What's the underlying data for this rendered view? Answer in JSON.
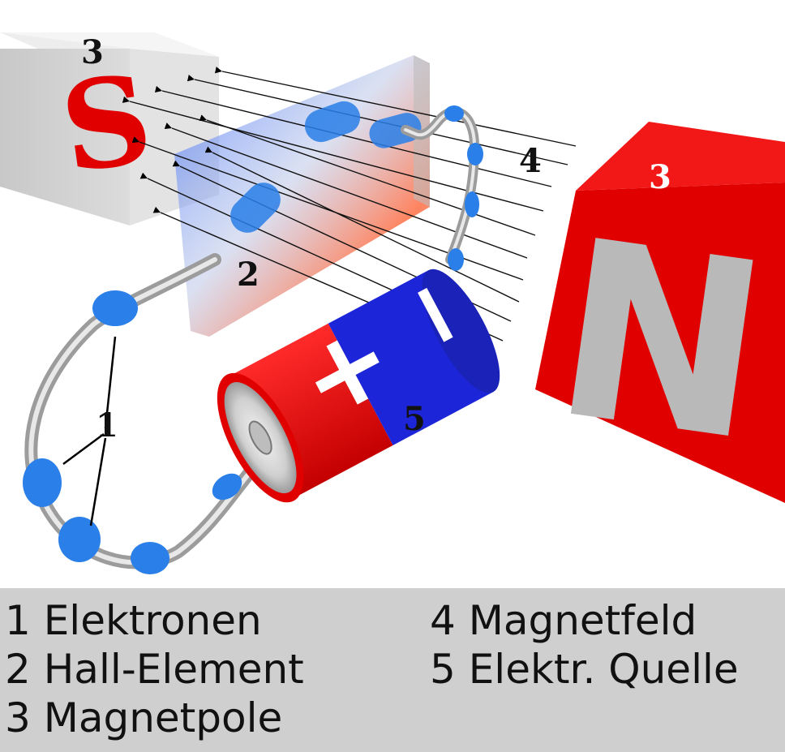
{
  "diagram": {
    "pole_s_letter": "S",
    "pole_n_letter": "N",
    "battery_plus": "+",
    "battery_minus": "−",
    "labels": {
      "electrons": "1",
      "hall_element": "2",
      "pole_left": "3",
      "pole_right": "3",
      "field": "4",
      "source": "5"
    }
  },
  "legend": {
    "col1": [
      "1 Elektronen",
      "2 Hall-Element",
      "3 Magnetpole"
    ],
    "col2": [
      "4 Magnetfeld",
      "5 Elektr. Quelle"
    ]
  },
  "colors": {
    "magnet_red": "#e00000",
    "magnet_grey": "#b9b9b9",
    "electron_blue": "#2a7fe8",
    "battery_blue": "#1c26d8",
    "legend_bg": "#cfcfcf"
  }
}
